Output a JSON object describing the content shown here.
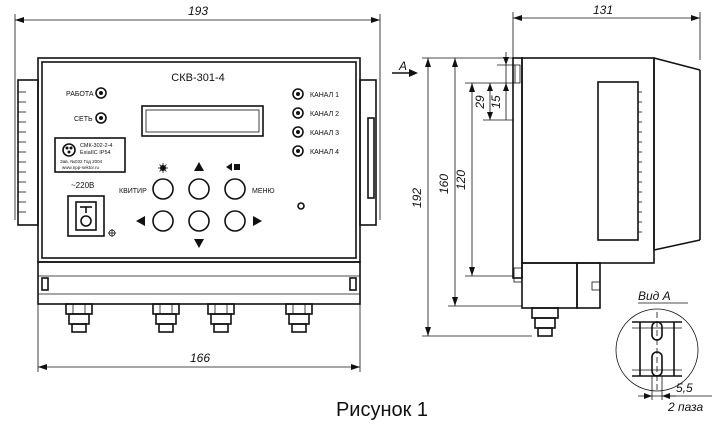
{
  "figure": {
    "caption": "Рисунок 1",
    "front_view": {
      "model": "СКВ-301-4",
      "left_indicators": [
        "РАБОТА",
        "СЕТЬ"
      ],
      "channels": [
        "КАНАЛ 1",
        "КАНАЛ 2",
        "КАНАЛ 3",
        "КАНАЛ 4"
      ],
      "label_plate": [
        "СМК-302-2-4",
        "ExiaIIС IP54",
        "Зав. №032 Год 2004",
        "www.npp-sektor.ru"
      ],
      "button_left": "КВИТИР",
      "button_right": "МЕНЮ",
      "power_label": "~220В",
      "dim_top": "193",
      "dim_bottom": "166"
    },
    "side_view": {
      "dim_top": "131",
      "arrow_label": "A",
      "dim_192": "192",
      "dim_160": "160",
      "dim_120": "120",
      "dim_29": "29",
      "dim_15": "15"
    },
    "detail_view": {
      "title": "Вид А",
      "dim_55": "5,5",
      "dim_slots": "2 паза"
    }
  }
}
